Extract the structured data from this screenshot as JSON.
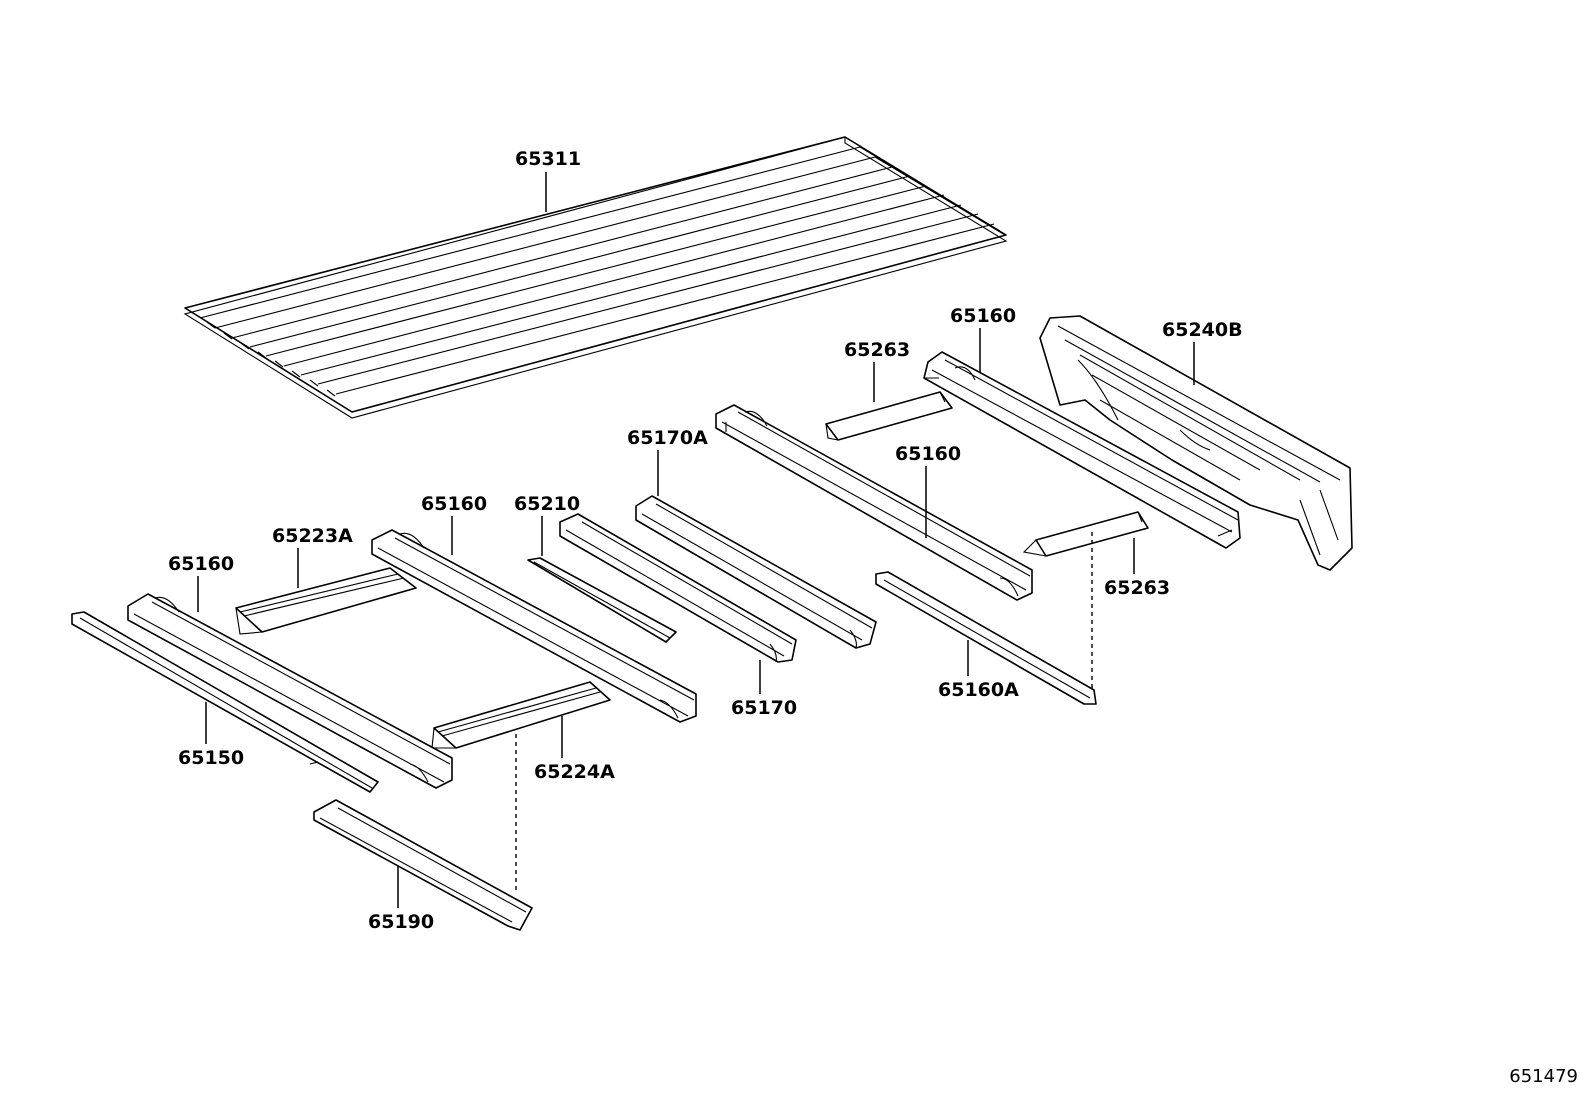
{
  "labels": {
    "p65311": "65311",
    "p65160_a": "65160",
    "p65240b": "65240B",
    "p65263_a": "65263",
    "p65170a": "65170A",
    "p65160_b": "65160",
    "p65210": "65210",
    "p65160_c": "65160",
    "p65223a": "65223A",
    "p65160_d": "65160",
    "p65263_b": "65263",
    "p65170": "65170",
    "p65160a": "65160A",
    "p65150": "65150",
    "p65224a": "65224A",
    "p65190": "65190"
  },
  "footer": {
    "code": "651479"
  }
}
